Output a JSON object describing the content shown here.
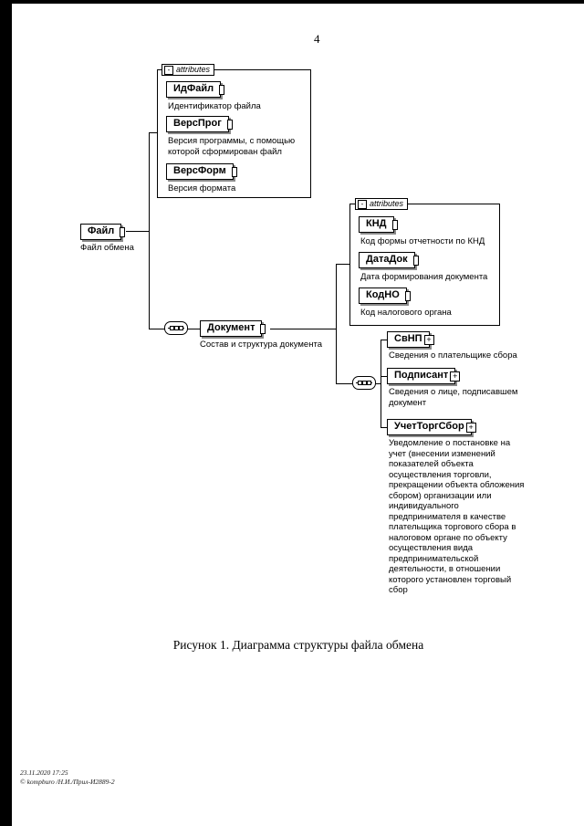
{
  "page": {
    "number": "4",
    "figure_caption": "Рисунок 1. Диаграмма структуры файла обмена",
    "footer": {
      "line1": "23.11.2020 17:25",
      "line2": "© kompburo /Н.И./Прил-И2889-2"
    }
  },
  "diagram": {
    "attributes_label": "attributes",
    "icons": {
      "minus_glyph": "-",
      "plus_glyph": "+"
    },
    "root": {
      "label": "Файл",
      "caption": "Файл обмена"
    },
    "file_attributes": [
      {
        "label": "ИдФайл",
        "caption": "Идентификатор файла"
      },
      {
        "label": "ВерсПрог",
        "caption": "Версия программы, с помощью которой сформирован файл"
      },
      {
        "label": "ВерсФорм",
        "caption": "Версия формата"
      }
    ],
    "document": {
      "label": "Документ",
      "caption": "Состав и структура документа"
    },
    "document_attributes": [
      {
        "label": "КНД",
        "caption": "Код формы отчетности по КНД"
      },
      {
        "label": "ДатаДок",
        "caption": "Дата формирования документа"
      },
      {
        "label": "КодНО",
        "caption": "Код налогового органа"
      }
    ],
    "document_children": [
      {
        "label": "СвНП",
        "caption": "Сведения о плательщике сбора"
      },
      {
        "label": "Подписант",
        "caption": "Сведения о лице, подписавшем документ"
      },
      {
        "label": "УчетТоргСбор",
        "caption": "Уведомление о постановке на учет (внесении изменений показателей объекта осуществления торговли, прекращении объекта обложения сбором) организации или индивидуального предпринимателя в качестве плательщика торгового сбора в налоговом органе по объекту осуществления вида предпринимательской деятельности, в отношении которого установлен торговый сбор"
      }
    ]
  }
}
